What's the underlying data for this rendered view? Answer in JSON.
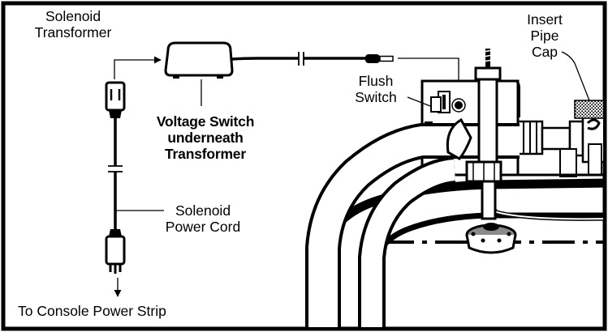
{
  "labels": {
    "solenoid_transformer": [
      "Solenoid",
      "Transformer"
    ],
    "insert_pipe_cap": [
      "Insert",
      "Pipe",
      "Cap"
    ],
    "flush_switch": [
      "Flush",
      "Switch"
    ],
    "voltage_switch": [
      "Voltage Switch",
      "underneath",
      "Transformer"
    ],
    "solenoid_power_cord": [
      "Solenoid",
      "Power Cord"
    ],
    "to_console": "To Console Power Strip"
  },
  "colors": {
    "ink": "#000000",
    "paper": "#ffffff",
    "shade": "#8a8a8a"
  }
}
